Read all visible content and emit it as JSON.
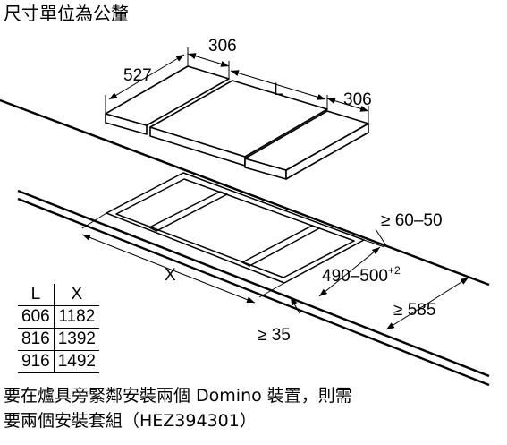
{
  "title": "尺寸單位為公釐",
  "labels": {
    "depth": "527",
    "width_left": "306",
    "width_center": "L",
    "width_right": "306",
    "edge_rear": "≥ 60–50",
    "cutout_depth": "490–500",
    "cutout_depth_sup": "+2",
    "cutout_width": "X",
    "edge_front": "≥ 585",
    "edge_side": "≥ 35"
  },
  "table": {
    "headers": [
      "L",
      "X"
    ],
    "rows": [
      [
        "606",
        "1182"
      ],
      [
        "816",
        "1392"
      ],
      [
        "916",
        "1492"
      ]
    ]
  },
  "note": {
    "line1": "要在爐具旁緊鄰安裝兩個 Domino 裝置，則需",
    "line2": "要兩個安裝套組（HEZ394301）"
  }
}
